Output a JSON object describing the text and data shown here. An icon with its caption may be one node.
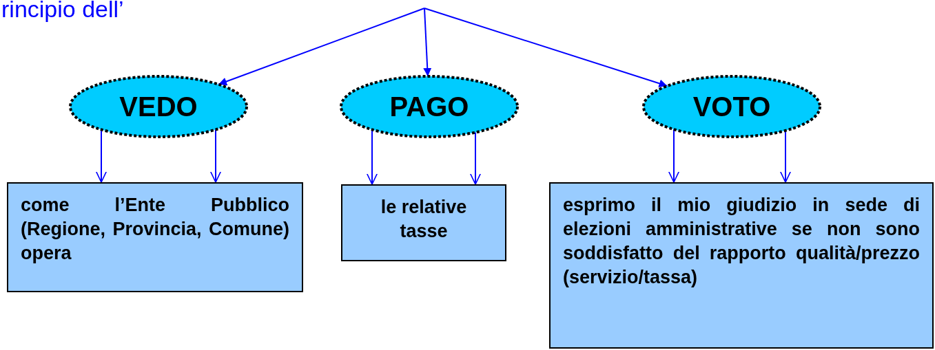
{
  "diagram": {
    "nodes": [
      {
        "text": [
          "VEDO"
        ]
      },
      {
        "text": [
          "PAGO"
        ]
      },
      {
        "text": [
          "VOTO"
        ]
      },
      {
        "text": [
          "come l’Ente Pubblico (Regione, Provincia, Comune) opera"
        ]
      },
      {
        "text": [
          "le relative tasse"
        ]
      },
      {
        "text": [
          "esprimo il mio giudizio in sede di elezioni amministrative se non sono soddisfatto del rapporto qualità/prezzo (servizio/tassa)"
        ]
      }
    ],
    "edges": [
      {
        "from": null,
        "to": 0,
        "arrow": "to"
      },
      {
        "from": null,
        "to": 1,
        "arrow": "to"
      },
      {
        "from": null,
        "to": 2,
        "arrow": "to"
      },
      {
        "from": 0,
        "to": 3,
        "arrow": "to"
      },
      {
        "from": 0,
        "to": 3,
        "arrow": "to"
      },
      {
        "from": 1,
        "to": 4,
        "arrow": "to"
      },
      {
        "from": 1,
        "to": 4,
        "arrow": "to"
      },
      {
        "from": 2,
        "to": 5,
        "arrow": "to"
      },
      {
        "from": 2,
        "to": 5,
        "arrow": "to"
      }
    ],
    "labels": [
      "rincipio dell’"
    ]
  }
}
